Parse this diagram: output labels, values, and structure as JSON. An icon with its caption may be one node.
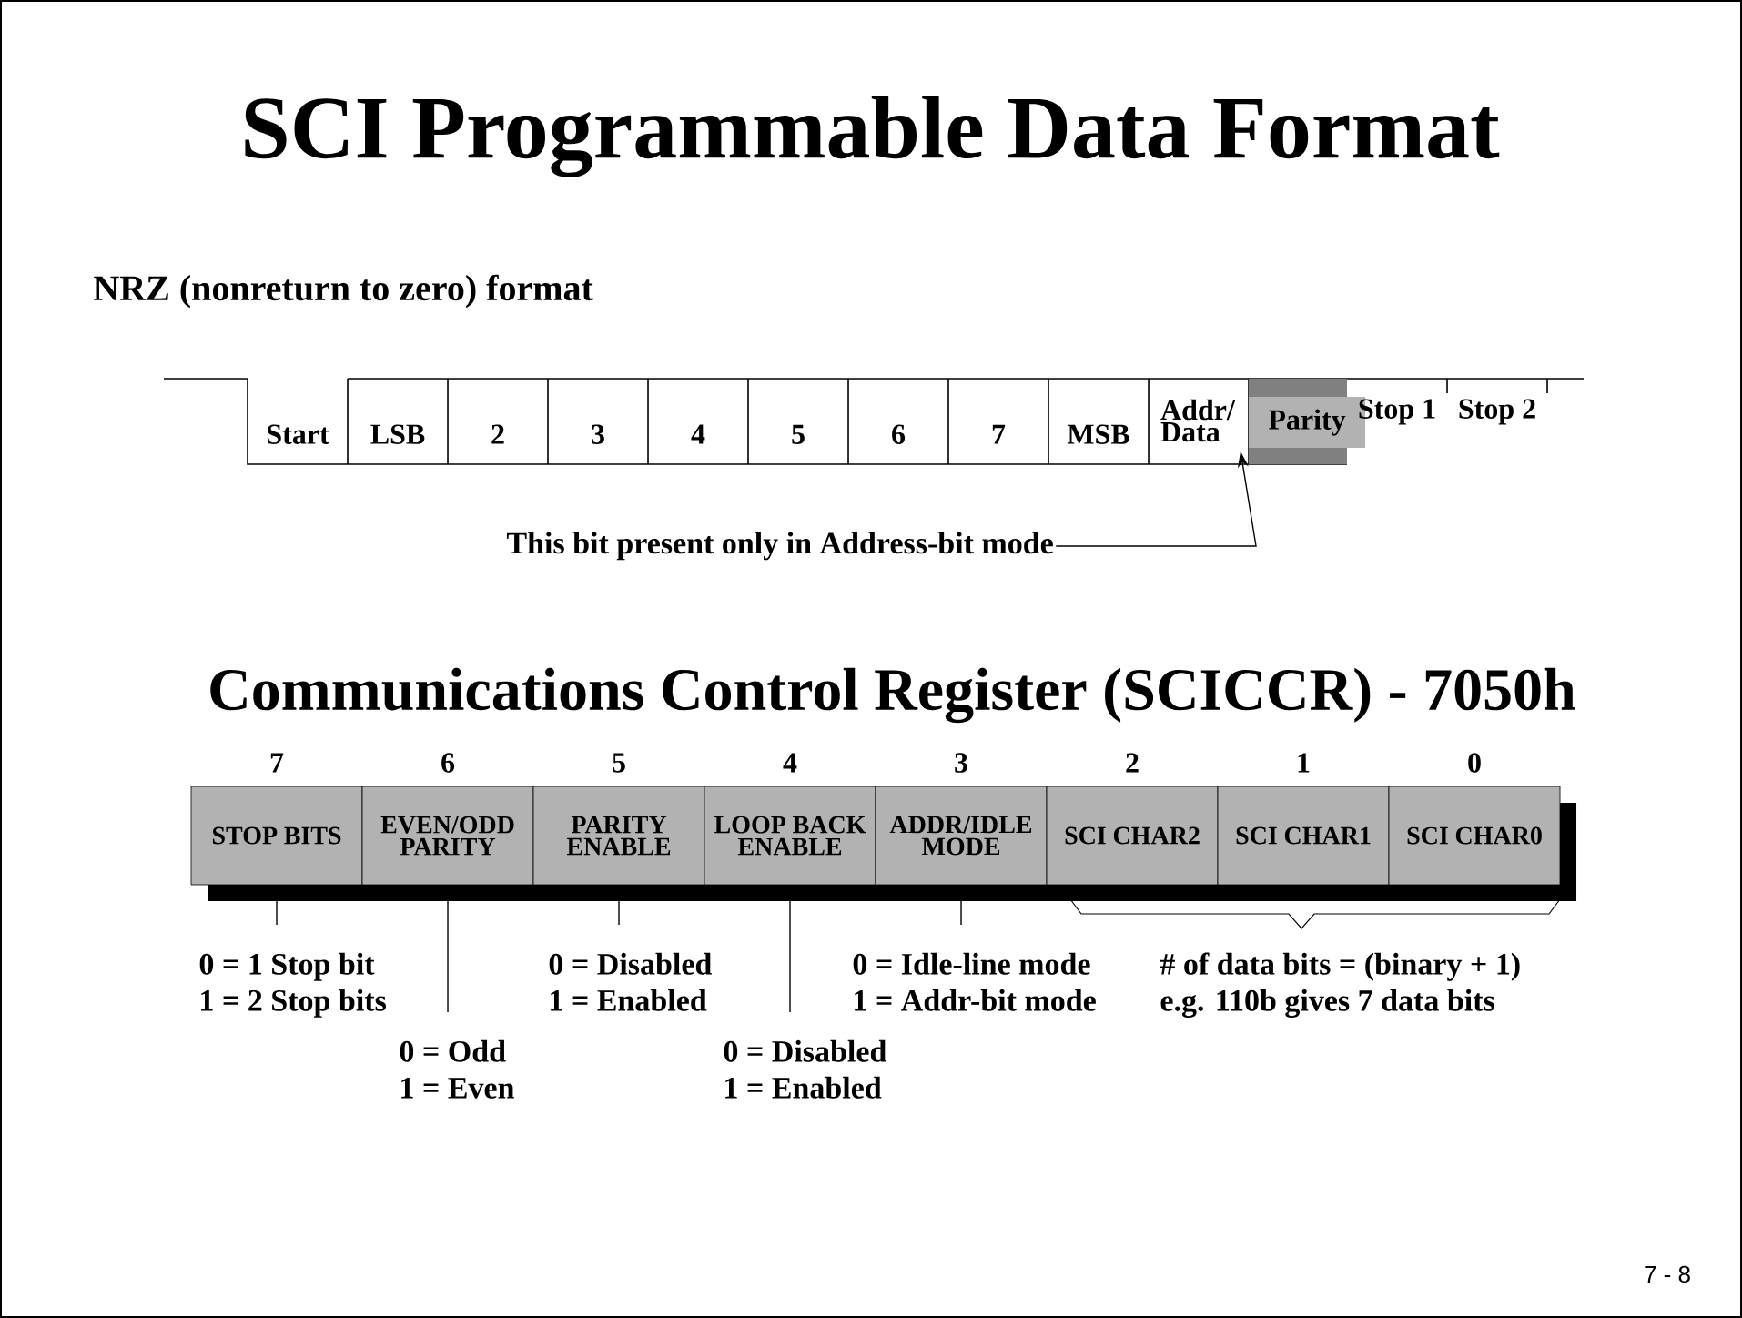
{
  "diagram": {
    "title": "SCI Programmable Data Format",
    "nodes": [
      {
        "text": [
          "Start"
        ]
      },
      {
        "text": [
          "LSB"
        ]
      },
      {
        "text": [
          "2"
        ]
      },
      {
        "text": [
          "3"
        ]
      },
      {
        "text": [
          "4"
        ]
      },
      {
        "text": [
          "5"
        ]
      },
      {
        "text": [
          "6"
        ]
      },
      {
        "text": [
          "7"
        ]
      },
      {
        "text": [
          "MSB"
        ]
      },
      {
        "text": [
          "Addr/ Data"
        ]
      },
      {
        "text": [
          "Parity"
        ]
      },
      {
        "text": [
          "Stop 1"
        ]
      },
      {
        "text": [
          "Stop 2"
        ]
      },
      {
        "text": [
          "This bit present only in Address-bit mode"
        ]
      },
      {
        "text": [
          "STOP BITS"
        ],
        "beside": [
          "7"
        ]
      },
      {
        "text": [
          "EVEN/ODD PARITY"
        ],
        "beside": [
          "6"
        ]
      },
      {
        "text": [
          "PARITY ENABLE"
        ],
        "beside": [
          "5"
        ]
      },
      {
        "text": [
          "LOOP BACK ENABLE"
        ],
        "beside": [
          "4"
        ]
      },
      {
        "text": [
          "ADDR/IDLE MODE"
        ],
        "beside": [
          "3"
        ]
      },
      {
        "text": [
          "SCI CHAR2"
        ],
        "beside": [
          "2"
        ]
      },
      {
        "text": [
          "SCI CHAR1"
        ],
        "beside": [
          "1"
        ]
      },
      {
        "text": [
          "SCI CHAR0"
        ],
        "beside": [
          "0"
        ]
      },
      {
        "text": [
          "0 = 1 Stop bit",
          "1 = 2 Stop bits"
        ]
      },
      {
        "text": [
          "0 = Odd",
          "1 = Even"
        ]
      },
      {
        "text": [
          "0 = Disabled",
          "1 = Enabled"
        ]
      },
      {
        "text": [
          "0 = Disabled",
          "1 = Enabled"
        ]
      },
      {
        "text": [
          "0 = Idle-line mode",
          "1 = Addr-bit mode"
        ]
      }
    ],
    "edges": [
      {
        "from": 13,
        "to": 9,
        "arrow": "to"
      },
      {
        "from": 14,
        "to": 22,
        "arrow": "none"
      },
      {
        "from": 15,
        "to": 23,
        "arrow": "none"
      },
      {
        "from": 16,
        "to": 24,
        "arrow": "none"
      },
      {
        "from": 17,
        "to": 25,
        "arrow": "none"
      },
      {
        "from": 18,
        "to": 26,
        "arrow": "none"
      }
    ],
    "labels": [
      "NRZ (nonreturn to zero) format",
      "Communications Control Register (SCICCR) - 7050h",
      "# of data bits = (binary + 1)",
      "e.g. 110b gives 7 data bits",
      "7 - 8"
    ]
  }
}
